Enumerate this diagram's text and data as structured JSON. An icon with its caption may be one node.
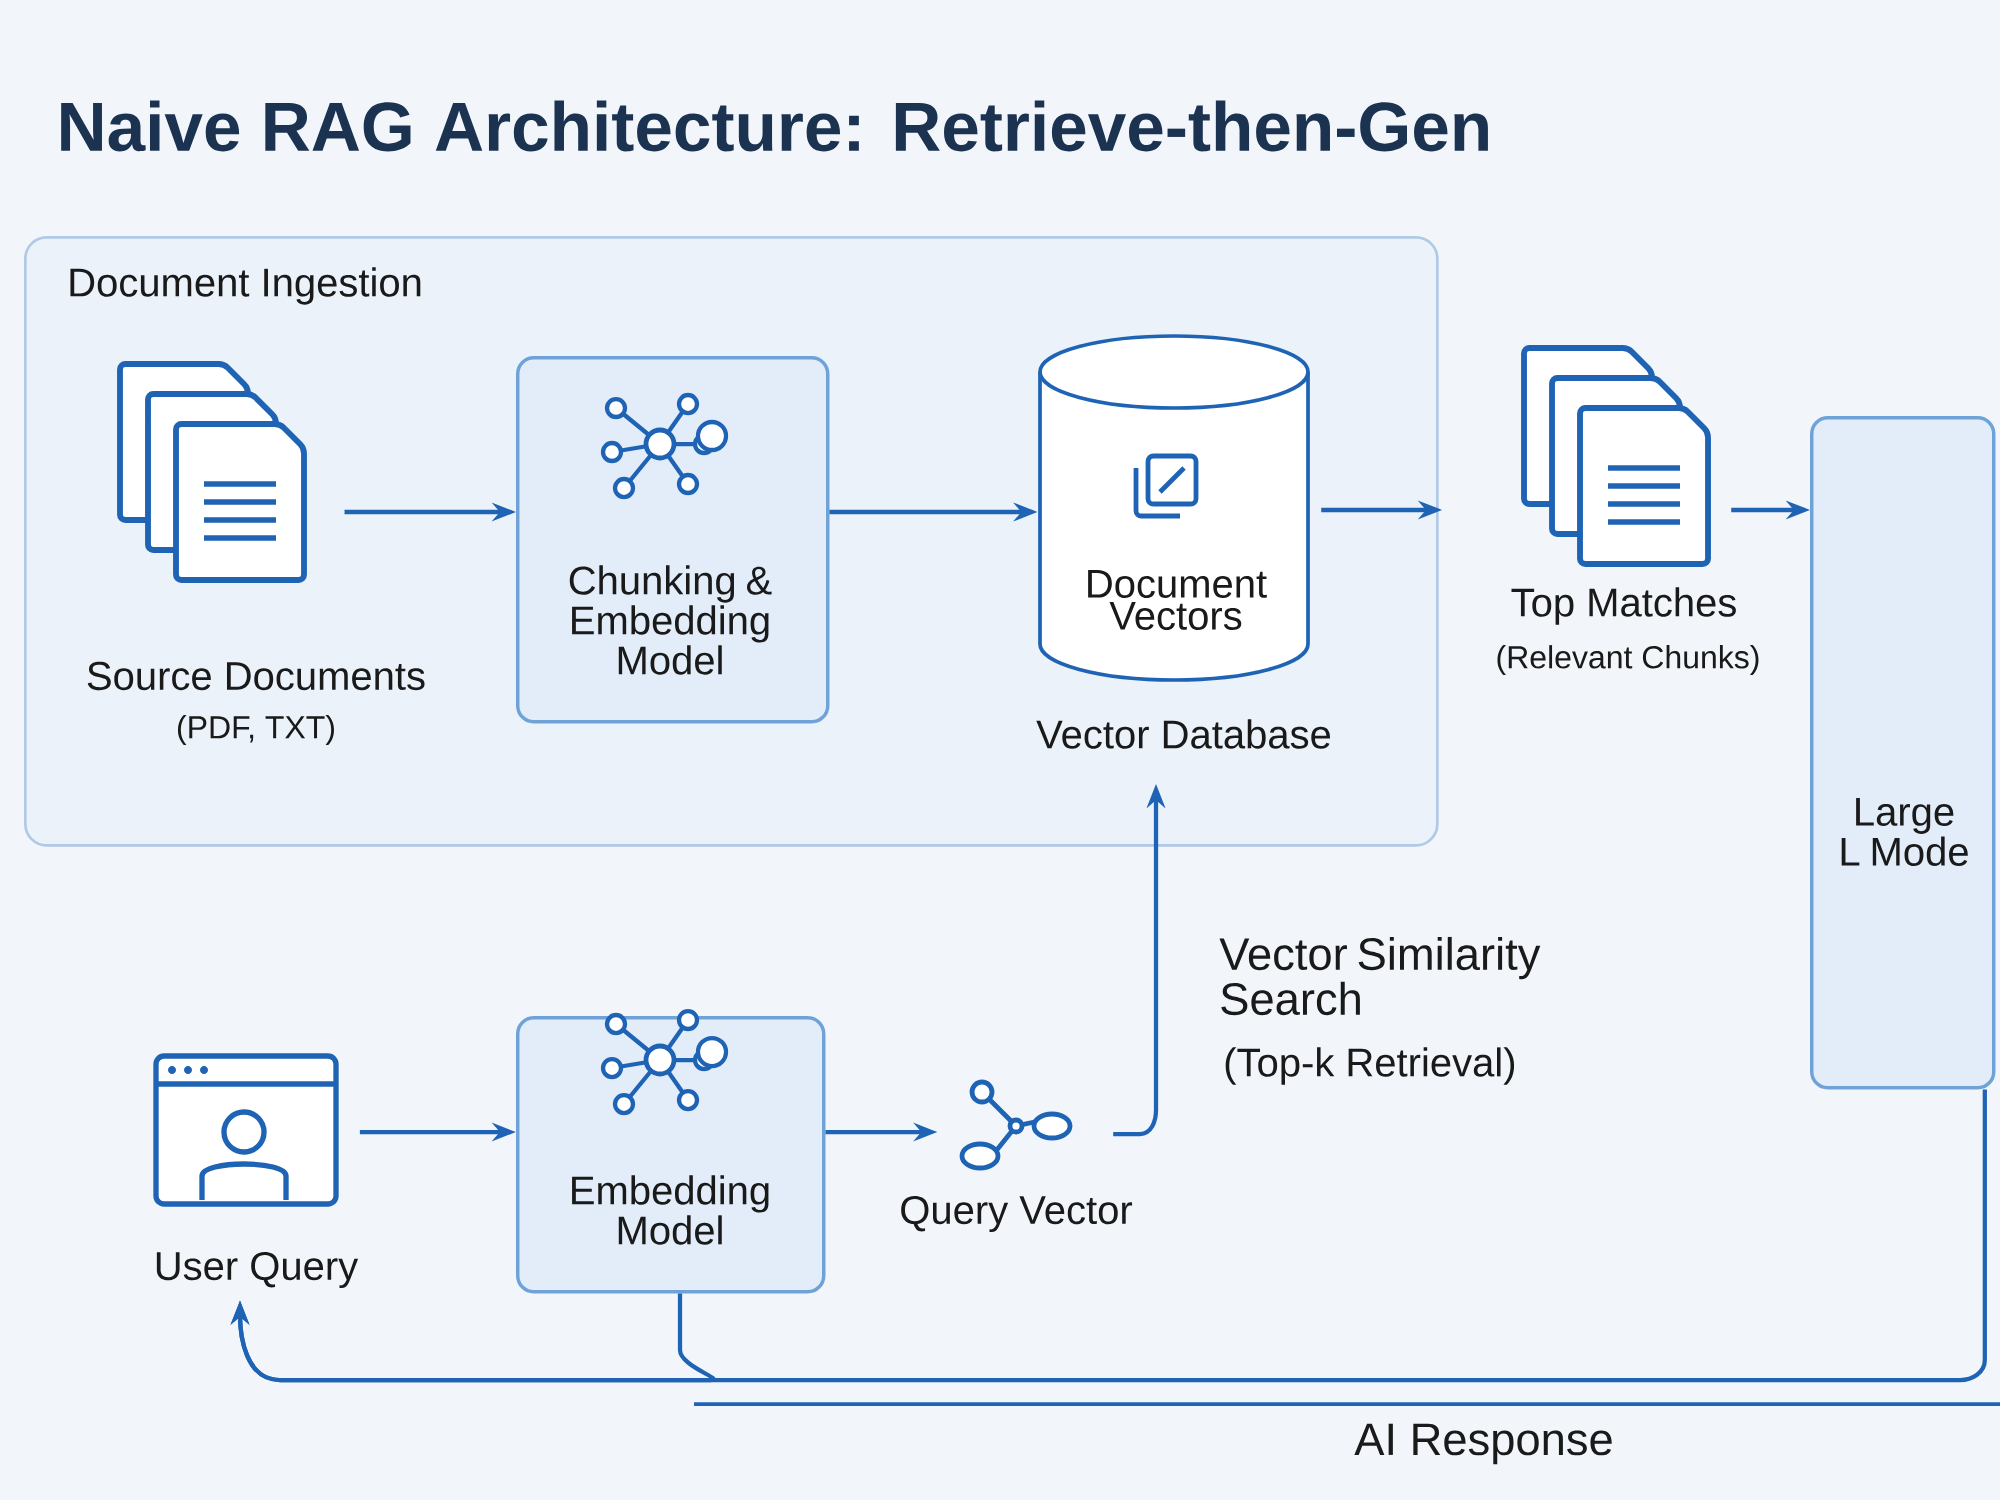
{
  "diagram": {
    "title": "Naive RAG Architecture: Retrieve-then-Gen",
    "nodes": [
      {
        "text": [
          "Document Ingestion"
        ]
      },
      {
        "text": [
          "Source Documents",
          "(PDF, TXT)"
        ],
        "in": 0
      },
      {
        "text": [
          "Chunking & Embedding Model"
        ],
        "in": 0
      },
      {
        "text": [
          "Document Vectors"
        ],
        "beside": [
          "Vector Database"
        ],
        "in": 0
      },
      {
        "text": [
          "Top Matches",
          "(Relevant Chunks)"
        ]
      },
      {
        "text": [
          "Large L Mode"
        ]
      },
      {
        "text": [
          "User Query"
        ]
      },
      {
        "text": [
          "Embedding Model"
        ]
      },
      {
        "text": [
          "Query Vector"
        ]
      }
    ],
    "edges": [
      {
        "from": 1,
        "to": 2,
        "arrow": "to"
      },
      {
        "from": 2,
        "to": 3,
        "arrow": "to"
      },
      {
        "from": 3,
        "to": 4,
        "arrow": "to"
      },
      {
        "from": 4,
        "to": 5,
        "arrow": "to"
      },
      {
        "from": 5,
        "to": 6,
        "arrow": "to",
        "label": "AI Response"
      },
      {
        "from": 7,
        "to": 6,
        "arrow": "to"
      },
      {
        "from": 6,
        "to": 7,
        "arrow": "to"
      },
      {
        "from": 7,
        "to": 8,
        "arrow": "to"
      },
      {
        "from": 8,
        "to": 3,
        "arrow": "to",
        "label": "Vector Similarity Search"
      }
    ],
    "labels": [
      "(Top-k Retrieval)"
    ]
  }
}
